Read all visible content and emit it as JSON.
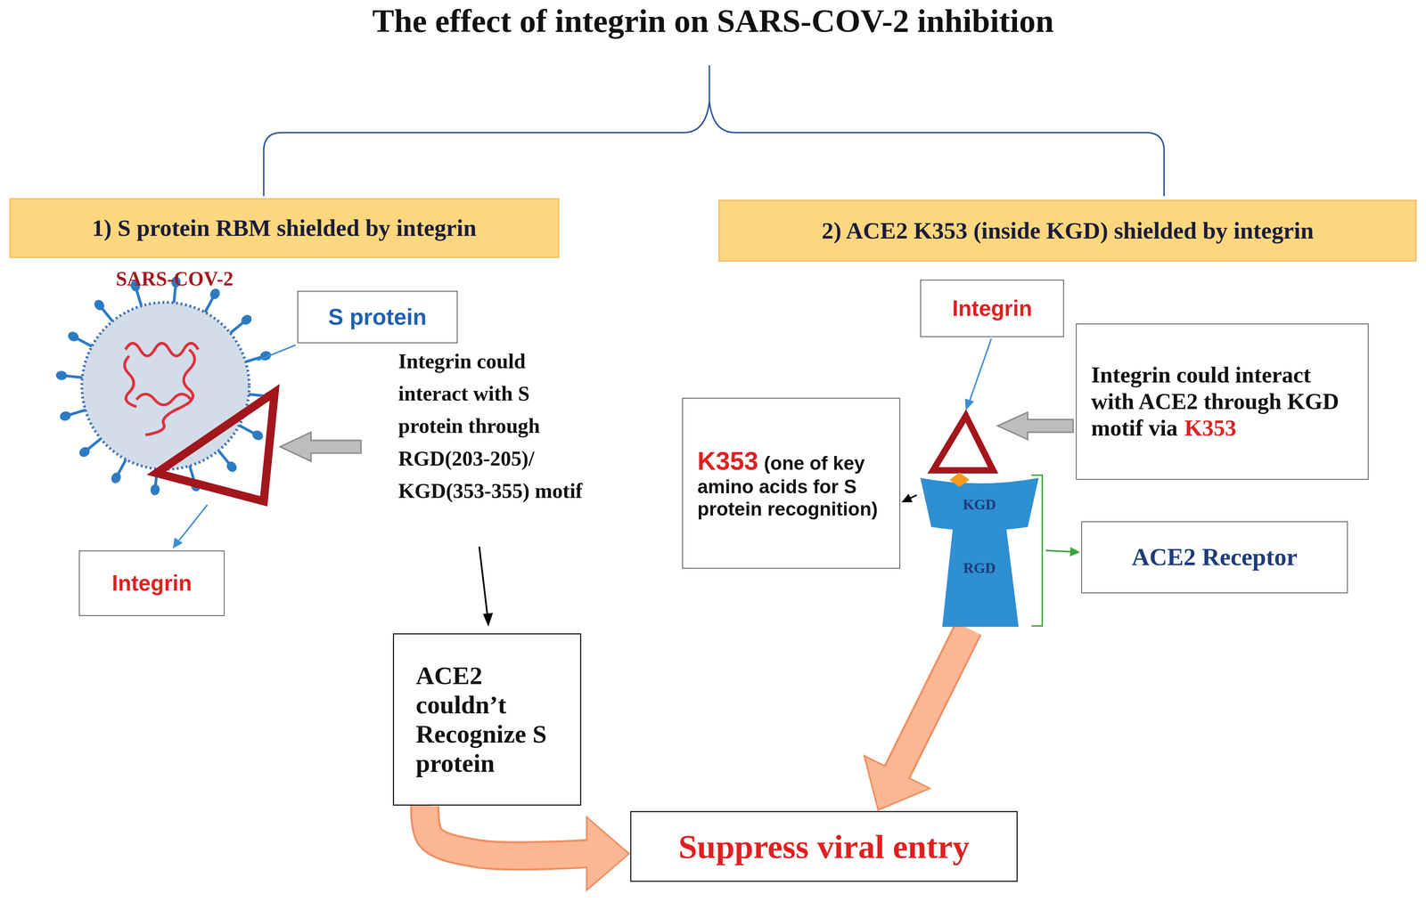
{
  "diagram": {
    "title": "The effect of integrin on SARS-COV-2 inhibition",
    "nodes": [
      {
        "text": [
          "1) S protein RBM shielded by integrin"
        ]
      },
      {
        "text": [
          "2) ACE2 K353 (inside KGD) shielded by integrin"
        ]
      },
      {
        "text": [
          "S protein"
        ]
      },
      {
        "text": [
          "Integrin"
        ]
      },
      {
        "text": [
          "Integrin could interact with ACE2 through KGD motif via",
          "K353"
        ]
      },
      {
        "text": [
          "K353",
          "(one of key amino acids for S protein recognition)"
        ]
      },
      {
        "text": [
          "KGD",
          "RGD"
        ]
      },
      {
        "text": [
          "ACE2 Receptor"
        ]
      },
      {
        "text": [
          "Integrin"
        ]
      },
      {
        "text": [
          "ACE2 couldn’t Recognize S protein"
        ]
      },
      {
        "text": [
          "Suppress viral entry"
        ]
      }
    ],
    "edges": [
      {
        "from": 9,
        "to": 10,
        "arrow": "to"
      },
      {
        "from": 6,
        "to": 10,
        "arrow": "to"
      },
      {
        "from": 6,
        "to": 5,
        "arrow": "to"
      },
      {
        "from": 6,
        "to": 7,
        "arrow": "to"
      }
    ],
    "labels": [
      "SARS-COV-2",
      "Integrin could interact with S protein through RGD(203-205)/ KGD(353-355) motif"
    ]
  }
}
